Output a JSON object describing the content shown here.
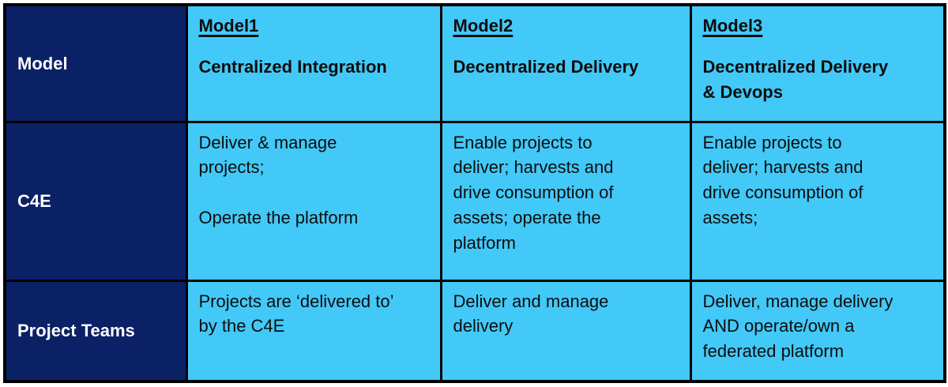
{
  "table": {
    "corner_header": "Model",
    "column_headers": [
      {
        "name": "Model1",
        "description": "Centralized Integration"
      },
      {
        "name": "Model2",
        "description": "Decentralized Delivery"
      },
      {
        "name": "Model3",
        "description": "Decentralized Delivery\n& Devops"
      }
    ],
    "rows": [
      {
        "header": "C4E",
        "cells": [
          {
            "text": "Deliver & manage\nprojects;\n\nOperate the platform"
          },
          {
            "text": "Enable projects to\ndeliver; harvests and\ndrive consumption of\nassets; operate the\nplatform"
          },
          {
            "text": "Enable projects to\ndeliver; harvests and\ndrive consumption of\nassets;"
          }
        ]
      },
      {
        "header": "Project Teams",
        "cells": [
          {
            "text": "Projects are ‘delivered to’\nby the C4E"
          },
          {
            "text": "Deliver and manage\ndelivery"
          },
          {
            "text": "Deliver, manage delivery\nAND operate/own a\nfederated platform"
          }
        ]
      }
    ]
  },
  "colors": {
    "header_bg": "#0A2166",
    "cell_bg": "#42C9F8",
    "border": "#000000",
    "header_text": "#FFFFFF",
    "cell_text": "#0D0D0D"
  }
}
